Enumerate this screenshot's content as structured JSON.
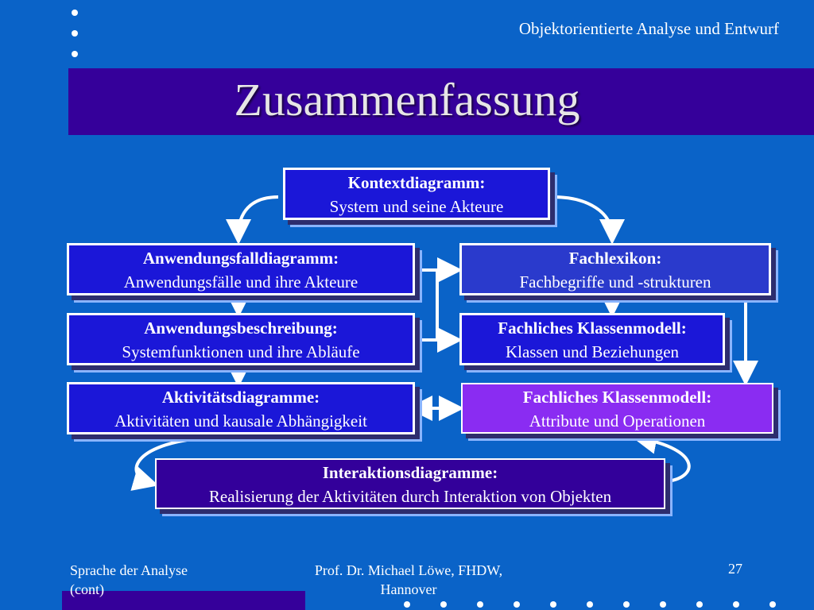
{
  "header": {
    "course_title": "Objektorientierte Analyse und Entwurf"
  },
  "slide": {
    "title": "Zusammenfassung"
  },
  "diagram": {
    "kontext": {
      "title": "Kontextdiagramm:",
      "subtitle": "System und seine Akteure"
    },
    "anwendungsfall": {
      "title": "Anwendungsfalldiagramm:",
      "subtitle": "Anwendungsfälle und ihre Akteure"
    },
    "fachlexikon": {
      "title": "Fachlexikon:",
      "subtitle": "Fachbegriffe und -strukturen"
    },
    "beschreibung": {
      "title": "Anwendungsbeschreibung:",
      "subtitle": "Systemfunktionen und ihre Abläufe"
    },
    "klassenmodell1": {
      "title": "Fachliches Klassenmodell:",
      "subtitle": "Klassen und Beziehungen"
    },
    "aktivitaet": {
      "title": "Aktivitätsdiagramme:",
      "subtitle": "Aktivitäten und kausale Abhängigkeit"
    },
    "klassenmodell2": {
      "title": "Fachliches Klassenmodell:",
      "subtitle": "Attribute und Operationen"
    },
    "interaktion": {
      "title": "Interaktionsdiagramme:",
      "subtitle": "Realisierung der Aktivitäten durch Interaktion von Objekten"
    }
  },
  "footer": {
    "left_line1": "Sprache der Analyse",
    "left_line2": "(cont)",
    "author_line1": "Prof. Dr. Michael Löwe, FHDW,",
    "author_line2": "Hannover",
    "page_number": "27"
  },
  "colors": {
    "background": "#0a63c8",
    "title_bar": "#35009a",
    "box_blue": "#1b17d8",
    "box_violet": "#8a2cf2",
    "box_dark": "#33009a"
  }
}
